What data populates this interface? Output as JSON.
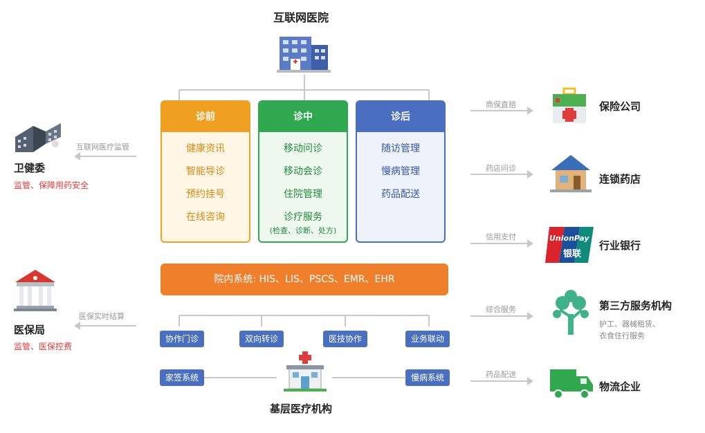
{
  "top": {
    "title": "互联网医院"
  },
  "columns": [
    {
      "head": "诊前",
      "items": [
        "健康资讯",
        "智能导诊",
        "预约挂号",
        "在线咨询"
      ]
    },
    {
      "head": "诊中",
      "items": [
        "移动问诊",
        "移动会诊",
        "住院管理",
        "诊疗服务"
      ],
      "note": "(检查、诊断、处方)"
    },
    {
      "head": "诊后",
      "items": [
        "随访管理",
        "慢病管理",
        "药品配送"
      ]
    }
  ],
  "system_bar": "院内系统: HIS、LIS、PSCS、EMR、EHR",
  "left": [
    {
      "title": "卫健委",
      "sub": "监管、保障用药安全",
      "arrow_label": "互联网医疗监管"
    },
    {
      "title": "医保局",
      "sub": "监管、医保控费",
      "arrow_label": "医保实时结算"
    }
  ],
  "bottom_buttons": [
    "协作门诊",
    "双向转诊",
    "医技协作",
    "业务联动",
    "家签系统",
    "慢病系统"
  ],
  "bottom_title": "基层医疗机构",
  "right": [
    {
      "arrow_label": "商保直赔",
      "title": "保险公司"
    },
    {
      "arrow_label": "药店问诊",
      "title": "连锁药店"
    },
    {
      "arrow_label": "信用支付",
      "title": "行业银行",
      "logo_top": "UnionPay",
      "logo_bottom": "银联"
    },
    {
      "arrow_label": "综合服务",
      "title": "第三方服务机构",
      "sub1": "护工、器械租赁、",
      "sub2": "衣食住行服务"
    },
    {
      "arrow_label": "药品配送",
      "title": "物流企业"
    }
  ],
  "colors": {
    "orange": "#f0a020",
    "green": "#2fa84f",
    "blue": "#4a6fc1",
    "bar": "#f07f2c",
    "red": "#e23b3b"
  }
}
